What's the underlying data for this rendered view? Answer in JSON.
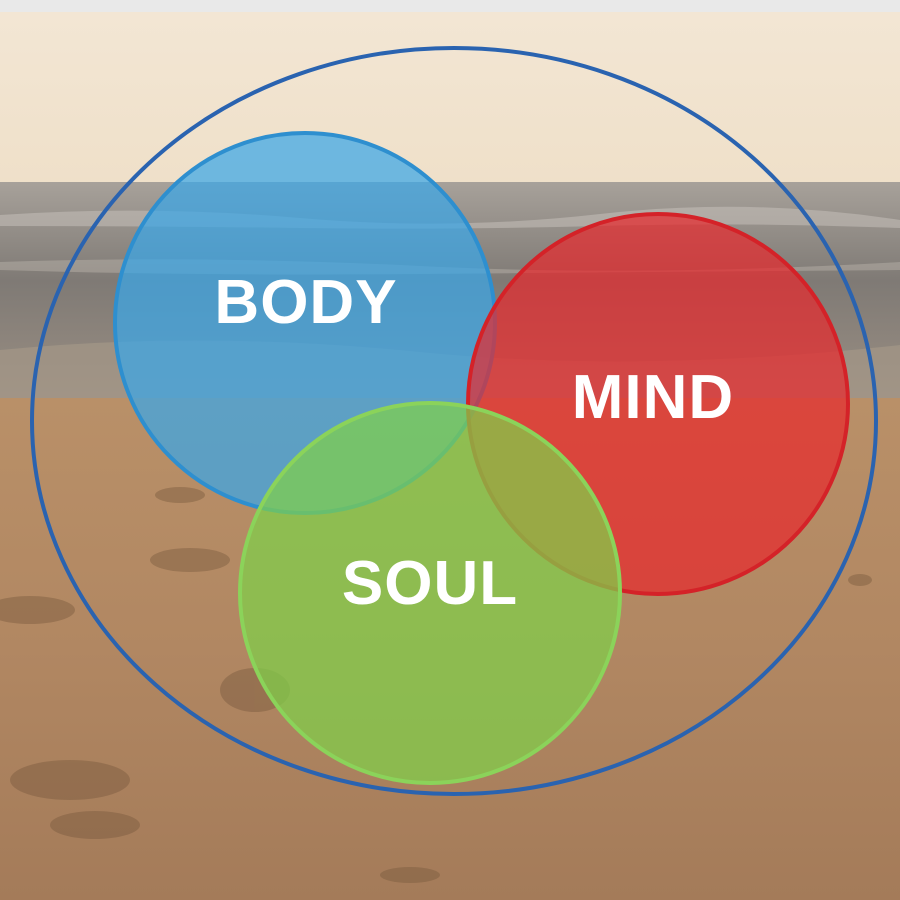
{
  "diagram": {
    "circles": [
      {
        "id": "body",
        "label": "BODY",
        "fill": "#3aa6e8",
        "stroke": "#2e8fcf"
      },
      {
        "id": "mind",
        "label": "MIND",
        "fill": "#e8262b",
        "stroke": "#d42228"
      },
      {
        "id": "soul",
        "label": "SOUL",
        "fill": "#7fd04a",
        "stroke": "#8bd35a"
      }
    ],
    "outer_ring_color": "#2a63b0"
  },
  "background": {
    "sky": "#f1e3cf",
    "sea": "#8d8780",
    "sand": "#b48962"
  }
}
